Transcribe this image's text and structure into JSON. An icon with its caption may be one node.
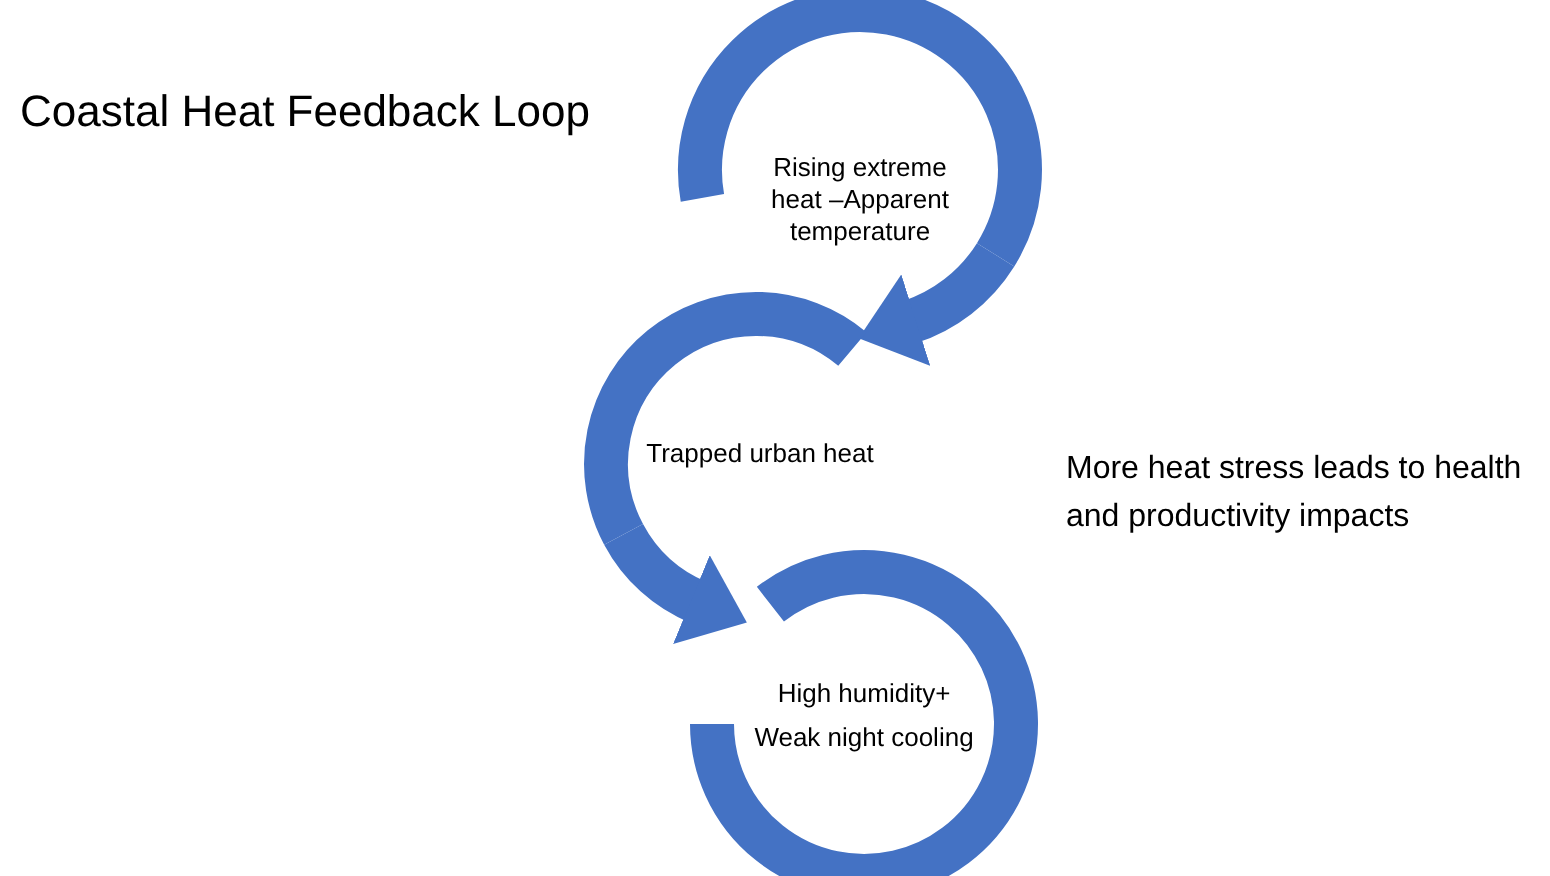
{
  "diagram": {
    "title": "Coastal Heat Feedback Loop",
    "nodes": [
      {
        "text": [
          "Rising extreme heat –Apparent temperature"
        ]
      },
      {
        "text": [
          "Trapped urban heat"
        ]
      },
      {
        "text": [
          "High humidity+ Weak night cooling"
        ]
      }
    ],
    "edges": [
      {
        "from": 0,
        "to": 1,
        "arrow": "to"
      },
      {
        "from": 1,
        "to": 2,
        "arrow": "to"
      }
    ],
    "labels": [
      "More heat stress leads to health and productivity impacts"
    ]
  }
}
